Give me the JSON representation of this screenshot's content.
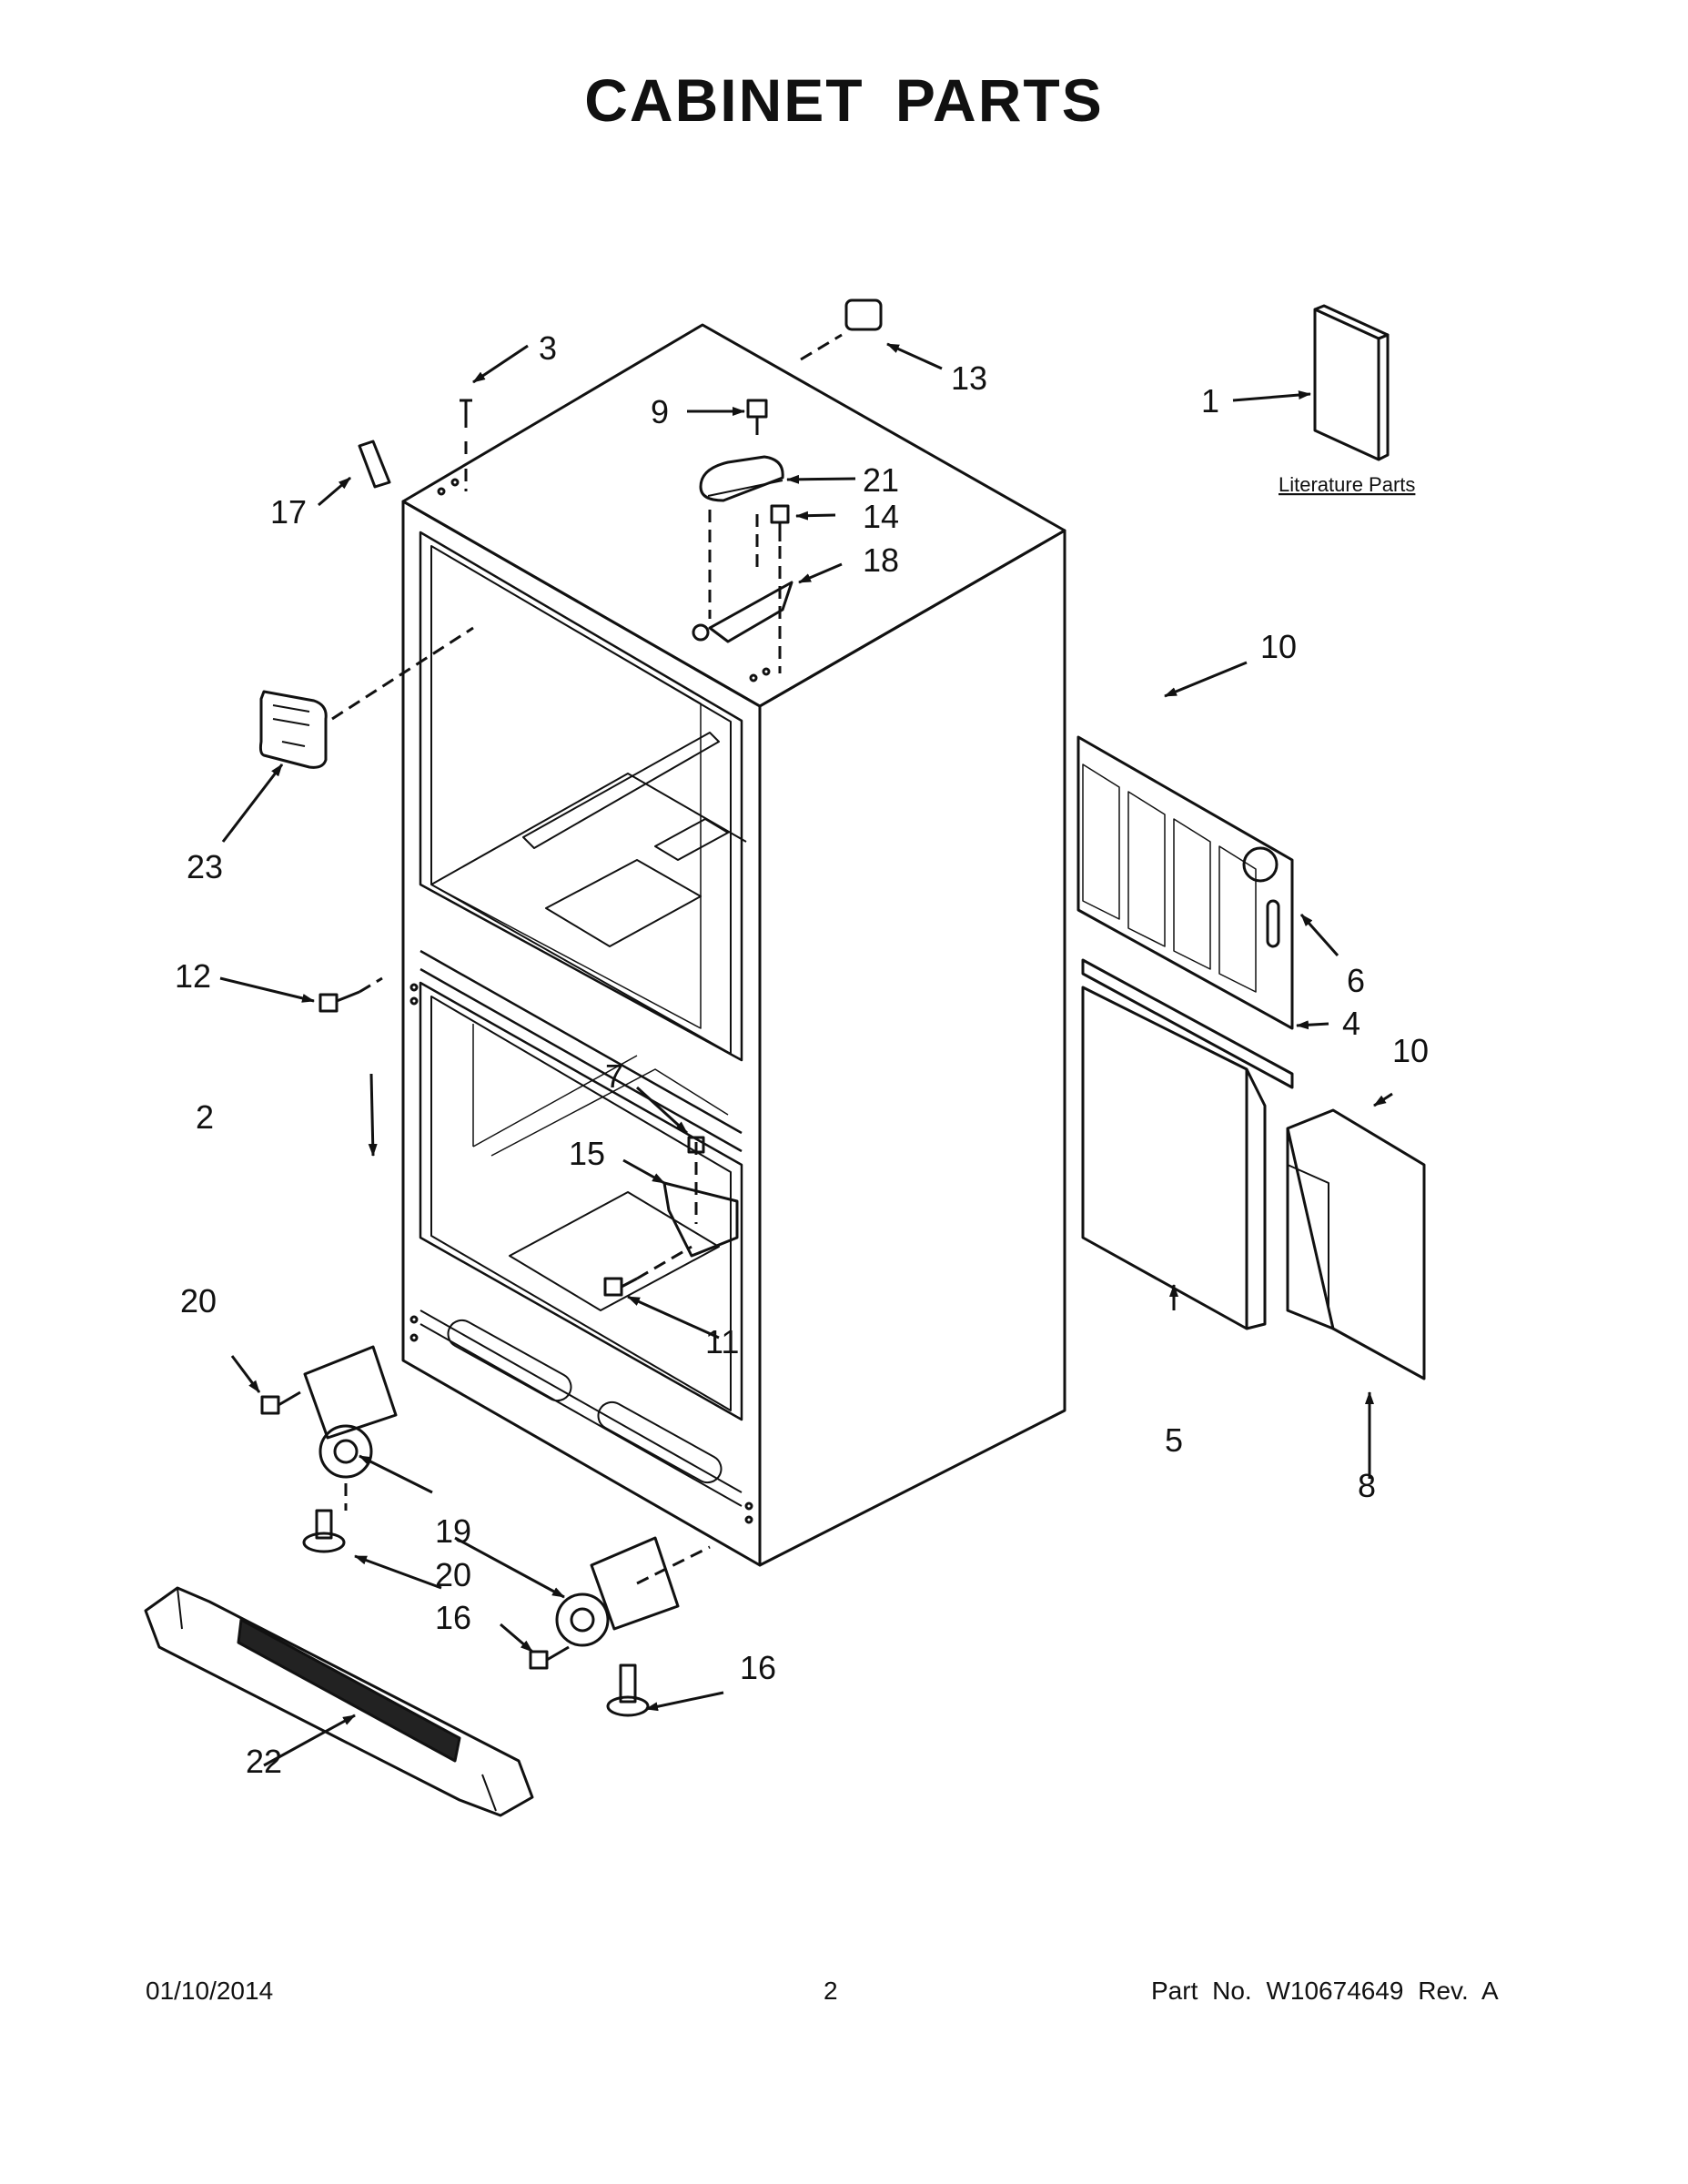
{
  "title": "CABINET PARTS",
  "literature_label": "Literature Parts",
  "callouts": {
    "c1": "1",
    "c2": "2",
    "c3": "3",
    "c4": "4",
    "c5": "5",
    "c6": "6",
    "c7": "7",
    "c8": "8",
    "c9": "9",
    "c10a": "10",
    "c10b": "10",
    "c11": "11",
    "c12": "12",
    "c13": "13",
    "c14": "14",
    "c15": "15",
    "c16a": "16",
    "c16b": "16",
    "c17": "17",
    "c18": "18",
    "c19": "19",
    "c20a": "20",
    "c20b": "20",
    "c21": "21",
    "c22": "22",
    "c23": "23"
  },
  "footer": {
    "date": "01/10/2014",
    "page": "2",
    "part": "Part No.  W10674649  Rev.  A"
  }
}
